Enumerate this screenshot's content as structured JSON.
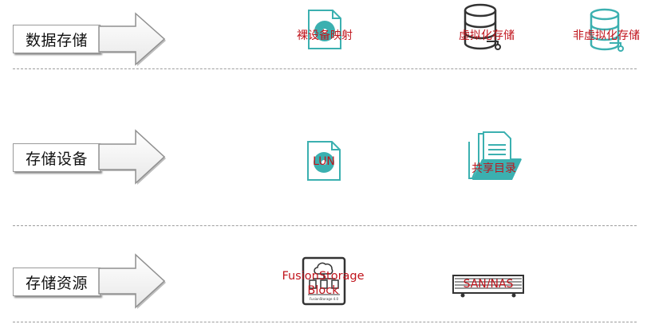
{
  "rows": [
    {
      "label": "数据存储",
      "items": [
        "裸设备映射",
        "虚拟化存储",
        "非虚拟化存储"
      ]
    },
    {
      "label": "存储设备",
      "items": [
        "LUN",
        "共享目录"
      ]
    },
    {
      "label": "存储资源",
      "items": [
        "FusionStorage Block",
        "SAN/NAS"
      ]
    }
  ],
  "icon_text": {
    "fusion_caption": "FusionStorage 4.0"
  },
  "colors": {
    "teal": "#3bb0b0",
    "dark": "#333333",
    "label_red": "#c0141c",
    "divider": "#9c9c9c"
  }
}
